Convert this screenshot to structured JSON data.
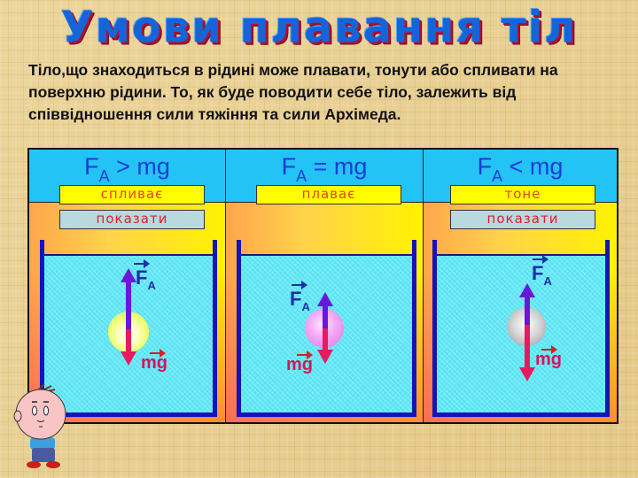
{
  "title": "Умови плавання тіл",
  "intro": "Тіло,що знаходиться в рідині може плавати, тонути або спливати на поверхню рідини. То, як буде поводити себе тіло, залежить від співвідношення сили тяжіння та сили Архімеда.",
  "panels": [
    {
      "formula_left": "F",
      "formula_sub": "A",
      "formula_op": " > ",
      "formula_right": "mg",
      "state": "спливає",
      "show_button": "показати",
      "body_color": "yellow",
      "force_up_label": "F",
      "force_up_sub": "A",
      "force_down_label": "mg"
    },
    {
      "formula_left": "F",
      "formula_sub": "A",
      "formula_op": " = ",
      "formula_right": "mg",
      "state": "плаває",
      "show_button": "",
      "body_color": "pink",
      "force_up_label": "F",
      "force_up_sub": "A",
      "force_down_label": "mg"
    },
    {
      "formula_left": "F",
      "formula_sub": "A",
      "formula_op": " < ",
      "formula_right": "mg",
      "state": "тоне",
      "show_button": "показати",
      "body_color": "gray",
      "force_up_label": "F",
      "force_up_sub": "A",
      "force_down_label": "mg"
    }
  ],
  "colors": {
    "title": "#1565d8",
    "header_bg": "#23c3f5",
    "state_bg": "#ffff00",
    "state_text": "#e0451a",
    "button_bg": "#b9d9df",
    "button_text": "#e21c2a",
    "water": "#5fe8f6",
    "tank_wall": "#1414b8",
    "force_up": "#6a18d8",
    "force_down": "#e8195e"
  }
}
